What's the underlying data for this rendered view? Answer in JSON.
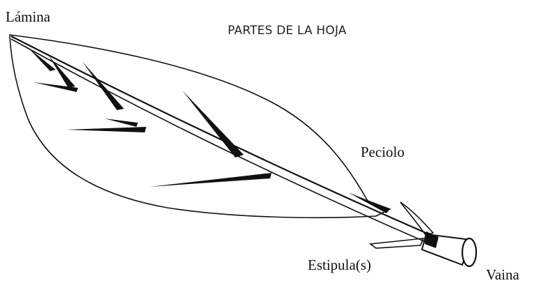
{
  "diagram": {
    "title": "PARTES DE LA HOJA",
    "labels": {
      "lamina": "Lámina",
      "peciolo": "Peciolo",
      "estipula": "Estipula(s)",
      "vaina": "Vaina"
    }
  },
  "colors": {
    "ink": "#111111",
    "background": "#ffffff"
  }
}
